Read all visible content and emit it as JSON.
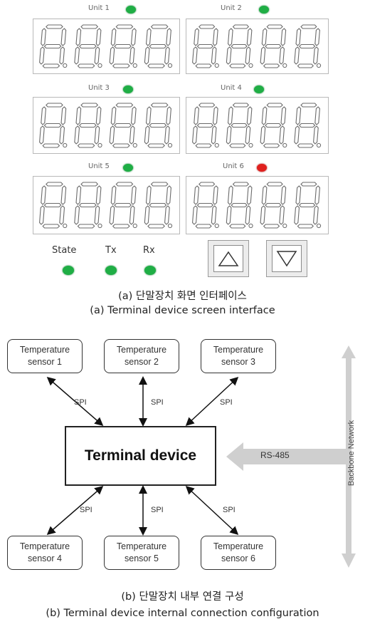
{
  "screen": {
    "units": [
      {
        "label": "Unit 1",
        "status_color": "#1fae45"
      },
      {
        "label": "Unit 2",
        "status_color": "#1fae45"
      },
      {
        "label": "Unit 3",
        "status_color": "#1fae45"
      },
      {
        "label": "Unit 4",
        "status_color": "#1fae45"
      },
      {
        "label": "Unit 5",
        "status_color": "#1fae45"
      },
      {
        "label": "Unit 6",
        "status_color": "#e0201e"
      }
    ],
    "indicators": [
      {
        "label": "State",
        "color": "#1fae45"
      },
      {
        "label": "Tx",
        "color": "#1fae45"
      },
      {
        "label": "Rx",
        "color": "#1fae45"
      }
    ],
    "buttons": [
      {
        "icon": "up-triangle-icon"
      },
      {
        "icon": "down-triangle-icon"
      }
    ]
  },
  "captions": {
    "a_korean": "(a) 단말장치 화면 인터페이스",
    "a_english": "(a) Terminal device screen interface",
    "b_korean": "(b) 단말장치 내부 연결 구성",
    "b_english": "(b) Terminal device internal connection configuration"
  },
  "diagram": {
    "sensors": [
      {
        "line1": "Temperature",
        "line2": "sensor 1"
      },
      {
        "line1": "Temperature",
        "line2": "sensor 2"
      },
      {
        "line1": "Temperature",
        "line2": "sensor 3"
      },
      {
        "line1": "Temperature",
        "line2": "sensor 4"
      },
      {
        "line1": "Temperature",
        "line2": "sensor 5"
      },
      {
        "line1": "Temperature",
        "line2": "sensor 6"
      }
    ],
    "terminal_label": "Terminal device",
    "link_label": "SPI",
    "rs485_label": "RS-485",
    "backbone_label": "Backbone Network"
  }
}
